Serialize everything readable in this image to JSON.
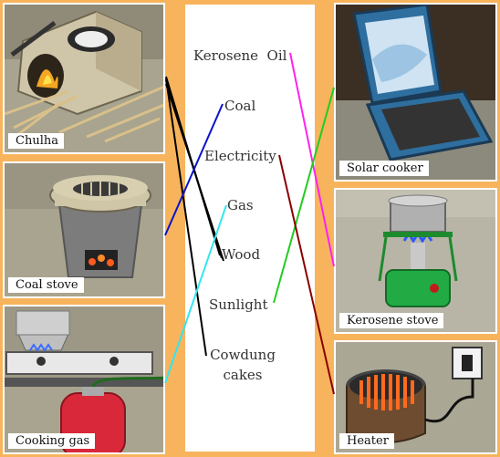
{
  "panels": {
    "chulha": "Chulha",
    "coal_stove": "Coal stove",
    "cooking_gas": "Cooking gas",
    "solar_cooker": "Solar cooker",
    "kerosene_stove": "Kerosene stove",
    "heater": "Heater"
  },
  "fuels": {
    "kerosene_oil": "Kerosene  Oil",
    "coal": "Coal",
    "electricity": "Electricity",
    "gas": "Gas",
    "wood": "Wood",
    "sunlight": "Sunlight",
    "cowdung_line1": "Cowdung",
    "cowdung_line2": "cakes"
  },
  "connector_colors": {
    "wood_chulha": "#000000",
    "cowdung_chulha": "#000000",
    "coal": "#0a14c8",
    "gas": "#33e6f0",
    "kerosene": "#ff22ee",
    "sunlight": "#22cc22",
    "electricity": "#8b0000"
  }
}
